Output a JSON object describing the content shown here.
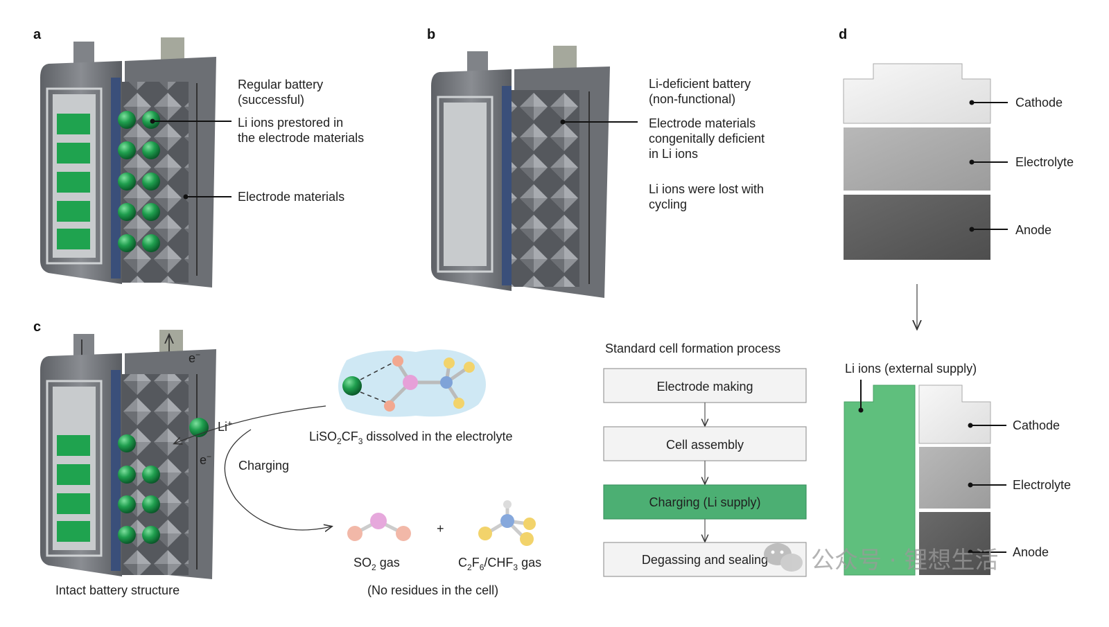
{
  "panels": {
    "a": {
      "letter": "a",
      "title_line1": "Regular battery",
      "title_line2": "(successful)",
      "li_line1": "Li ions prestored in",
      "li_line2": "the electrode materials",
      "electrode": "Electrode materials"
    },
    "b": {
      "letter": "b",
      "title_line1": "Li-deficient battery",
      "title_line2": "(non-functional)",
      "desc_line1": "Electrode materials",
      "desc_line2": "congenitally deficient",
      "desc_line3": "in Li ions",
      "lost_line1": "Li ions were lost with",
      "lost_line2": "cycling"
    },
    "c": {
      "letter": "c",
      "electron_top": "e",
      "electron_bottom": "e",
      "electron_sup": "−",
      "li_ion": "Li",
      "li_sup": "+",
      "molecule_caption_pre": "LiSO",
      "molecule_caption_sub1": "2",
      "molecule_caption_mid": "CF",
      "molecule_caption_sub2": "3",
      "molecule_caption_post": " dissolved in the electrolyte",
      "charging": "Charging",
      "plus": "+",
      "so2_pre": "SO",
      "so2_sub": "2",
      "so2_post": " gas",
      "cf_pre": "C",
      "cf_sub1": "2",
      "cf_mid": "F",
      "cf_sub2": "6",
      "cf_post": "/CHF",
      "cf_sub3": "3",
      "cf_end": " gas",
      "no_residues": "(No residues in the cell)",
      "intact": "Intact battery structure",
      "process_title": "Standard cell formation process",
      "process_steps": [
        "Electrode making",
        "Cell assembly",
        "Charging (Li supply)",
        "Degassing and sealing"
      ]
    },
    "d": {
      "letter": "d",
      "top_layers": [
        "Cathode",
        "Electrolyte",
        "Anode"
      ],
      "external": "Li ions (external supply)",
      "bottom_layers": [
        "Cathode",
        "Electrolyte",
        "Anode"
      ]
    }
  },
  "watermark": "公众号 · 锂想生活",
  "colors": {
    "green": "#2f9e5b",
    "green_box": "#4caf73",
    "casing": "#6d7075",
    "tab": "#9a9d92"
  }
}
